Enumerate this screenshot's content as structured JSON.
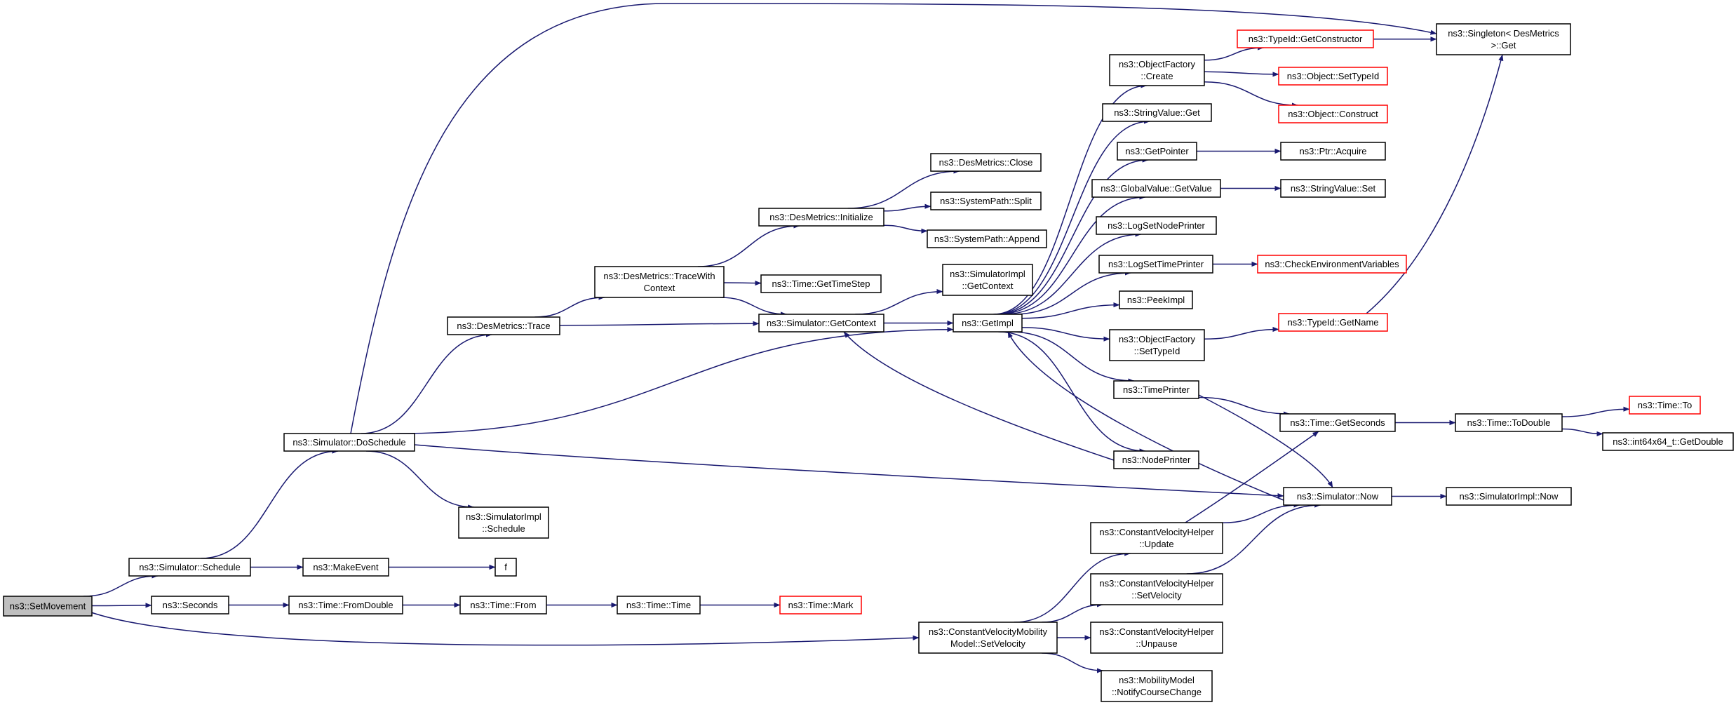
{
  "colors": {
    "edge": "#191970",
    "normal_border": "#000000",
    "truncated_border": "#ff0000",
    "root_fill": "#bfbfbf",
    "fill": "#ffffff"
  },
  "nodes": [
    {
      "id": "setmovement",
      "lines": [
        "ns3::SetMovement"
      ],
      "style": "root"
    },
    {
      "id": "sim_schedule",
      "lines": [
        "ns3::Simulator::Schedule"
      ],
      "style": "normal"
    },
    {
      "id": "seconds",
      "lines": [
        "ns3::Seconds"
      ],
      "style": "normal"
    },
    {
      "id": "cvmm_setvel",
      "lines": [
        "ns3::ConstantVelocityMobility",
        "Model::SetVelocity"
      ],
      "style": "normal"
    },
    {
      "id": "sim_doschedule",
      "lines": [
        "ns3::Simulator::DoSchedule"
      ],
      "style": "normal"
    },
    {
      "id": "makeevent",
      "lines": [
        "ns3::MakeEvent"
      ],
      "style": "normal"
    },
    {
      "id": "time_fromdouble",
      "lines": [
        "ns3::Time::FromDouble"
      ],
      "style": "normal"
    },
    {
      "id": "f",
      "lines": [
        "f"
      ],
      "style": "normal"
    },
    {
      "id": "time_from",
      "lines": [
        "ns3::Time::From"
      ],
      "style": "normal"
    },
    {
      "id": "time_time",
      "lines": [
        "ns3::Time::Time"
      ],
      "style": "normal"
    },
    {
      "id": "time_mark",
      "lines": [
        "ns3::Time::Mark"
      ],
      "style": "truncated"
    },
    {
      "id": "desm_trace",
      "lines": [
        "ns3::DesMetrics::Trace"
      ],
      "style": "normal"
    },
    {
      "id": "simimpl_schedule",
      "lines": [
        "ns3::SimulatorImpl",
        "::Schedule"
      ],
      "style": "normal"
    },
    {
      "id": "desm_tracectx",
      "lines": [
        "ns3::DesMetrics::TraceWith",
        "Context"
      ],
      "style": "normal"
    },
    {
      "id": "sim_getcontext",
      "lines": [
        "ns3::Simulator::GetContext"
      ],
      "style": "normal"
    },
    {
      "id": "desm_init",
      "lines": [
        "ns3::DesMetrics::Initialize"
      ],
      "style": "normal"
    },
    {
      "id": "time_gettimestep",
      "lines": [
        "ns3::Time::GetTimeStep"
      ],
      "style": "normal"
    },
    {
      "id": "desm_close",
      "lines": [
        "ns3::DesMetrics::Close"
      ],
      "style": "normal"
    },
    {
      "id": "sp_split",
      "lines": [
        "ns3::SystemPath::Split"
      ],
      "style": "normal"
    },
    {
      "id": "sp_append",
      "lines": [
        "ns3::SystemPath::Append"
      ],
      "style": "normal"
    },
    {
      "id": "simimpl_getcontext",
      "lines": [
        "ns3::SimulatorImpl",
        "::GetContext"
      ],
      "style": "normal"
    },
    {
      "id": "getimpl",
      "lines": [
        "ns3::GetImpl"
      ],
      "style": "normal"
    },
    {
      "id": "of_create",
      "lines": [
        "ns3::ObjectFactory",
        "::Create"
      ],
      "style": "normal"
    },
    {
      "id": "sv_get",
      "lines": [
        "ns3::StringValue::Get"
      ],
      "style": "normal"
    },
    {
      "id": "getpointer",
      "lines": [
        "ns3::GetPointer"
      ],
      "style": "normal"
    },
    {
      "id": "gv_getvalue",
      "lines": [
        "ns3::GlobalValue::GetValue"
      ],
      "style": "normal"
    },
    {
      "id": "logsetnode",
      "lines": [
        "ns3::LogSetNodePrinter"
      ],
      "style": "normal"
    },
    {
      "id": "logsettime",
      "lines": [
        "ns3::LogSetTimePrinter"
      ],
      "style": "normal"
    },
    {
      "id": "peekimpl",
      "lines": [
        "ns3::PeekImpl"
      ],
      "style": "normal"
    },
    {
      "id": "of_settypeid",
      "lines": [
        "ns3::ObjectFactory",
        "::SetTypeId"
      ],
      "style": "normal"
    },
    {
      "id": "timeprinter",
      "lines": [
        "ns3::TimePrinter"
      ],
      "style": "normal"
    },
    {
      "id": "nodeprinter",
      "lines": [
        "ns3::NodePrinter"
      ],
      "style": "normal"
    },
    {
      "id": "typeid_getctor",
      "lines": [
        "ns3::TypeId::GetConstructor"
      ],
      "style": "truncated"
    },
    {
      "id": "obj_settypeid",
      "lines": [
        "ns3::Object::SetTypeId"
      ],
      "style": "truncated"
    },
    {
      "id": "obj_construct",
      "lines": [
        "ns3::Object::Construct"
      ],
      "style": "truncated"
    },
    {
      "id": "ptr_acquire",
      "lines": [
        "ns3::Ptr::Acquire"
      ],
      "style": "normal"
    },
    {
      "id": "sv_set",
      "lines": [
        "ns3::StringValue::Set"
      ],
      "style": "normal"
    },
    {
      "id": "checkenv",
      "lines": [
        "ns3::CheckEnvironmentVariables"
      ],
      "style": "truncated"
    },
    {
      "id": "typeid_getname",
      "lines": [
        "ns3::TypeId::GetName"
      ],
      "style": "truncated"
    },
    {
      "id": "singleton_get",
      "lines": [
        "ns3::Singleton< DesMetrics",
        " >::Get"
      ],
      "style": "normal"
    },
    {
      "id": "time_getseconds",
      "lines": [
        "ns3::Time::GetSeconds"
      ],
      "style": "normal"
    },
    {
      "id": "sim_now",
      "lines": [
        "ns3::Simulator::Now"
      ],
      "style": "normal"
    },
    {
      "id": "time_todouble",
      "lines": [
        "ns3::Time::ToDouble"
      ],
      "style": "normal"
    },
    {
      "id": "time_to",
      "lines": [
        "ns3::Time::To"
      ],
      "style": "truncated"
    },
    {
      "id": "int64_getdouble",
      "lines": [
        "ns3::int64x64_t::GetDouble"
      ],
      "style": "normal"
    },
    {
      "id": "simimpl_now",
      "lines": [
        "ns3::SimulatorImpl::Now"
      ],
      "style": "normal"
    },
    {
      "id": "cvh_update",
      "lines": [
        "ns3::ConstantVelocityHelper",
        "::Update"
      ],
      "style": "normal"
    },
    {
      "id": "cvh_setvel",
      "lines": [
        "ns3::ConstantVelocityHelper",
        "::SetVelocity"
      ],
      "style": "normal"
    },
    {
      "id": "cvh_unpause",
      "lines": [
        "ns3::ConstantVelocityHelper",
        "::Unpause"
      ],
      "style": "normal"
    },
    {
      "id": "mm_notify",
      "lines": [
        "ns3::MobilityModel",
        "::NotifyCourseChange"
      ],
      "style": "normal"
    }
  ],
  "edges": [
    [
      "setmovement",
      "sim_schedule"
    ],
    [
      "setmovement",
      "seconds"
    ],
    [
      "setmovement",
      "cvmm_setvel"
    ],
    [
      "sim_schedule",
      "sim_doschedule"
    ],
    [
      "sim_schedule",
      "makeevent"
    ],
    [
      "seconds",
      "time_fromdouble"
    ],
    [
      "makeevent",
      "f"
    ],
    [
      "time_fromdouble",
      "time_from"
    ],
    [
      "time_from",
      "time_time"
    ],
    [
      "time_time",
      "time_mark"
    ],
    [
      "sim_doschedule",
      "singleton_get"
    ],
    [
      "sim_doschedule",
      "desm_trace"
    ],
    [
      "sim_doschedule",
      "getimpl"
    ],
    [
      "sim_doschedule",
      "sim_now"
    ],
    [
      "sim_doschedule",
      "simimpl_schedule"
    ],
    [
      "desm_trace",
      "desm_tracectx"
    ],
    [
      "desm_trace",
      "sim_getcontext"
    ],
    [
      "desm_tracectx",
      "desm_init"
    ],
    [
      "desm_tracectx",
      "time_gettimestep"
    ],
    [
      "desm_tracectx",
      "sim_getcontext"
    ],
    [
      "desm_init",
      "desm_close"
    ],
    [
      "desm_init",
      "sp_split"
    ],
    [
      "desm_init",
      "sp_append"
    ],
    [
      "sim_getcontext",
      "simimpl_getcontext"
    ],
    [
      "sim_getcontext",
      "getimpl"
    ],
    [
      "getimpl",
      "of_create"
    ],
    [
      "getimpl",
      "sv_get"
    ],
    [
      "getimpl",
      "getpointer"
    ],
    [
      "getimpl",
      "gv_getvalue"
    ],
    [
      "getimpl",
      "logsetnode"
    ],
    [
      "getimpl",
      "logsettime"
    ],
    [
      "getimpl",
      "peekimpl"
    ],
    [
      "getimpl",
      "of_settypeid"
    ],
    [
      "getimpl",
      "timeprinter"
    ],
    [
      "getimpl",
      "nodeprinter"
    ],
    [
      "of_create",
      "typeid_getctor"
    ],
    [
      "of_create",
      "obj_settypeid"
    ],
    [
      "of_create",
      "obj_construct"
    ],
    [
      "typeid_getctor",
      "singleton_get"
    ],
    [
      "getpointer",
      "ptr_acquire"
    ],
    [
      "gv_getvalue",
      "sv_set"
    ],
    [
      "logsettime",
      "checkenv"
    ],
    [
      "of_settypeid",
      "typeid_getname"
    ],
    [
      "typeid_getname",
      "singleton_get"
    ],
    [
      "timeprinter",
      "time_getseconds"
    ],
    [
      "timeprinter",
      "sim_now"
    ],
    [
      "nodeprinter",
      "sim_getcontext"
    ],
    [
      "sim_now",
      "getimpl"
    ],
    [
      "sim_now",
      "simimpl_now"
    ],
    [
      "time_getseconds",
      "time_todouble"
    ],
    [
      "time_todouble",
      "time_to"
    ],
    [
      "time_todouble",
      "int64_getdouble"
    ],
    [
      "cvmm_setvel",
      "cvh_update"
    ],
    [
      "cvmm_setvel",
      "cvh_setvel"
    ],
    [
      "cvmm_setvel",
      "cvh_unpause"
    ],
    [
      "cvmm_setvel",
      "mm_notify"
    ],
    [
      "cvh_update",
      "time_getseconds"
    ],
    [
      "cvh_update",
      "sim_now"
    ],
    [
      "cvh_setvel",
      "sim_now"
    ]
  ]
}
